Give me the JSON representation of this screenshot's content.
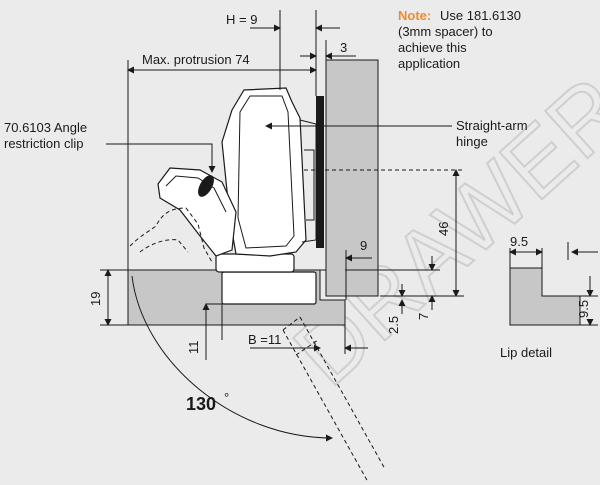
{
  "labels": {
    "h": "H = 9",
    "spacer": "3",
    "max_protrusion": "Max. protrusion 74",
    "note_head": "Note:",
    "note_lines": [
      "Use 181.6130",
      "(3mm spacer) to",
      "achieve this",
      "application"
    ],
    "clip_lines": [
      "70.6103 Angle",
      "restriction clip"
    ],
    "hinge_lines": [
      "Straight-arm",
      "hinge"
    ],
    "dim_46": "46",
    "dim_9": "9",
    "dim_19": "19",
    "dim_2_5": "2.5",
    "dim_7": "7",
    "dim_11": "11",
    "dim_b": "B =11",
    "angle": "130",
    "angle_unit": "°",
    "lip_top": "9.5",
    "lip_side": "9.5",
    "lip_caption": "Lip detail"
  },
  "watermark": "DRAWER",
  "colors": {
    "note": "#f08a2c",
    "panel": "#c7c7c7",
    "ink": "#1a1a1a",
    "background": "#ebebeb"
  }
}
